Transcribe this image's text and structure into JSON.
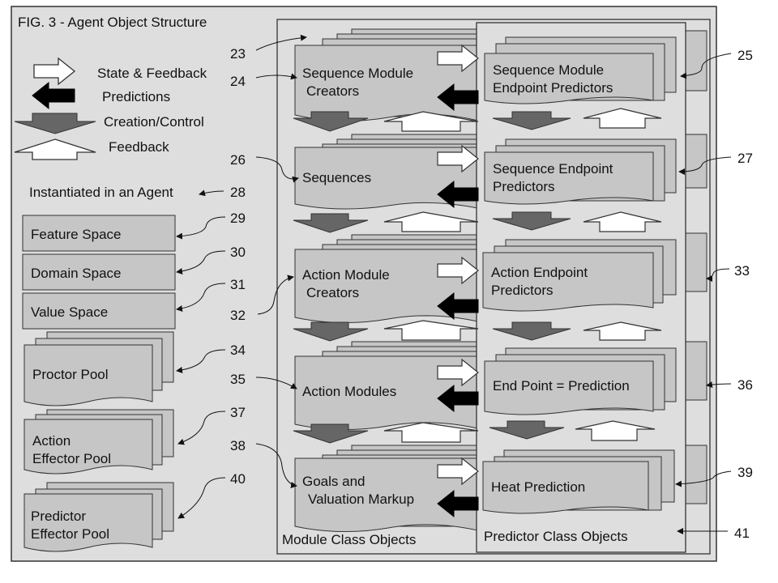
{
  "figure": {
    "title": "FIG. 3 - Agent Object Structure"
  },
  "legend": {
    "state_feedback": "State & Feedback",
    "predictions": "Predictions",
    "creation_control": "Creation/Control",
    "feedback": "Feedback",
    "instantiated": "Instantiated in an Agent"
  },
  "spaces": {
    "feature": "Feature Space",
    "domain": "Domain Space",
    "value": "Value Space"
  },
  "pools": {
    "proctor": "Proctor Pool",
    "action_effector_1": "Action",
    "action_effector_2": "Effector Pool",
    "predictor_effector_1": "Predictor",
    "predictor_effector_2": "Effector Pool"
  },
  "modules": {
    "seq_module_creators_1": "Sequence Module",
    "seq_module_creators_2": "Creators",
    "sequences": "Sequences",
    "action_module_creators_1": "Action Module",
    "action_module_creators_2": "Creators",
    "action_modules": "Action Modules",
    "goals_1": "Goals and",
    "goals_2": "Valuation Markup",
    "container_label": "Module Class Objects"
  },
  "predictors": {
    "seq_module_endpoint_1": "Sequence Module",
    "seq_module_endpoint_2": "Endpoint Predictors",
    "seq_endpoint_1": "Sequence Endpoint",
    "seq_endpoint_2": "Predictors",
    "action_endpoint_1": "Action Endpoint",
    "action_endpoint_2": "Predictors",
    "end_point": "End Point = Prediction",
    "heat": "Heat Prediction",
    "container_label": "Predictor Class Objects"
  },
  "refs": {
    "r23": "23",
    "r24": "24",
    "r25": "25",
    "r26": "26",
    "r27": "27",
    "r28": "28",
    "r29": "29",
    "r30": "30",
    "r31": "31",
    "r32": "32",
    "r33": "33",
    "r34": "34",
    "r35": "35",
    "r36": "36",
    "r37": "37",
    "r38": "38",
    "r39": "39",
    "r40": "40",
    "r41": "41"
  },
  "colors": {
    "background": "#dedede",
    "box": "#c6c6c6",
    "dark_arrow": "#666666",
    "black_arrow": "#000000",
    "outline": "#333333"
  }
}
